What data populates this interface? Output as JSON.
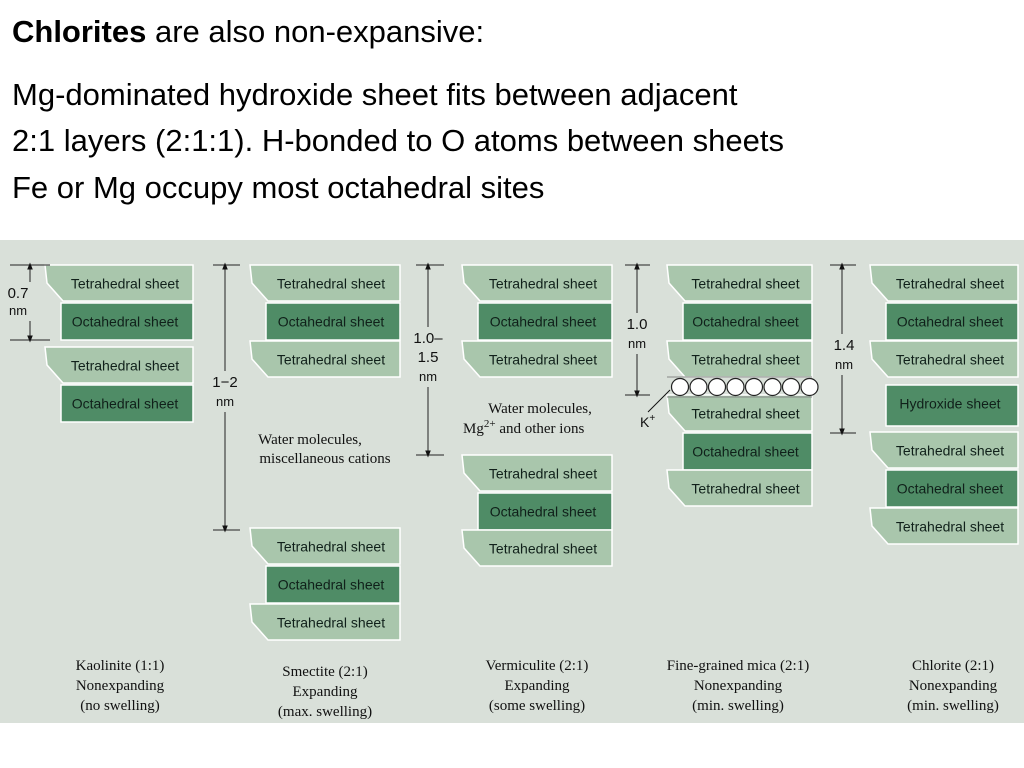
{
  "slide": {
    "title_bold": "Chlorites",
    "title_rest": " are also non-expansive:",
    "lines": [
      "Mg-dominated hydroxide sheet fits between adjacent",
      "2:1 layers (2:1:1).  H-bonded to O atoms between sheets",
      "Fe or Mg occupy most octahedral sites"
    ]
  },
  "figure": {
    "colors": {
      "background": "#d9e0d9",
      "tetrahedral": "#a9c6ac",
      "octahedral": "#4f8c66",
      "edge": "#ffffff"
    },
    "labels": {
      "tetrahedral": "Tetrahedral sheet",
      "octahedral": "Octahedral sheet",
      "hydroxide": "Hydroxide sheet"
    },
    "dimensions": {
      "kaolinite": [
        "0.7",
        "nm"
      ],
      "smectite": [
        "1−2",
        "nm"
      ],
      "vermiculite": [
        "1.0–",
        "1.5",
        "nm"
      ],
      "mica": [
        "1.0",
        "nm"
      ],
      "chlorite": [
        "1.4",
        "nm"
      ]
    },
    "interlayer": {
      "smectite": [
        "Water molecules,",
        "miscellaneous cations"
      ],
      "vermiculite_line1": "Water molecules,",
      "vermiculite_mg": "Mg",
      "vermiculite_sup": "2+",
      "vermiculite_rest": " and other ions",
      "mica_k": "K",
      "mica_k_sup": "+"
    },
    "minerals": [
      {
        "name": "Kaolinite (1:1)",
        "type": "Nonexpanding",
        "swelling": "(no swelling)"
      },
      {
        "name": "Smectite (2:1)",
        "type": "Expanding",
        "swelling": "(max. swelling)"
      },
      {
        "name": "Vermiculite (2:1)",
        "type": "Expanding",
        "swelling": "(some swelling)"
      },
      {
        "name": "Fine-grained mica (2:1)",
        "type": "Nonexpanding",
        "swelling": "(min. swelling)"
      },
      {
        "name": "Chlorite (2:1)",
        "type": "Nonexpanding",
        "swelling": "(min. swelling)"
      }
    ]
  }
}
